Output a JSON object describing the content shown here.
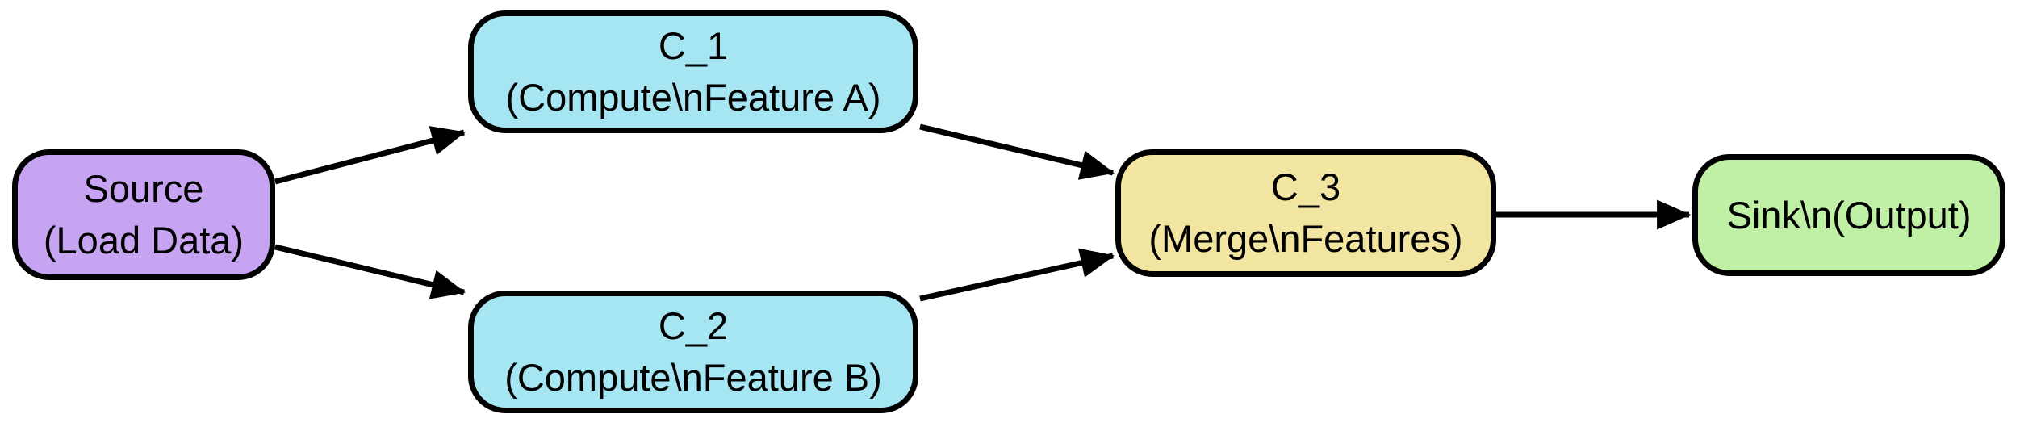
{
  "diagram": {
    "type": "dag",
    "background": "#ffffff",
    "edge_color": "#000000",
    "node_border_color": "#000000",
    "text_color": "#000000",
    "nodes": [
      {
        "id": "source",
        "label_lines": [
          "Source",
          "(Load Data)"
        ],
        "fill": "#c7a4f1"
      },
      {
        "id": "c1",
        "label_lines": [
          "C_1",
          "(Compute\\nFeature A)"
        ],
        "fill": "#a6e6f2"
      },
      {
        "id": "c2",
        "label_lines": [
          "C_2",
          "(Compute\\nFeature B)"
        ],
        "fill": "#a6e6f2"
      },
      {
        "id": "c3",
        "label_lines": [
          "C_3",
          "(Merge\\nFeatures)"
        ],
        "fill": "#f2e5a2"
      },
      {
        "id": "sink",
        "label_lines": [
          "Sink\\n(Output)"
        ],
        "fill": "#bff0a5"
      }
    ],
    "edges": [
      {
        "from": "source",
        "to": "c1"
      },
      {
        "from": "source",
        "to": "c2"
      },
      {
        "from": "c1",
        "to": "c3"
      },
      {
        "from": "c2",
        "to": "c3"
      },
      {
        "from": "c3",
        "to": "sink"
      }
    ]
  }
}
